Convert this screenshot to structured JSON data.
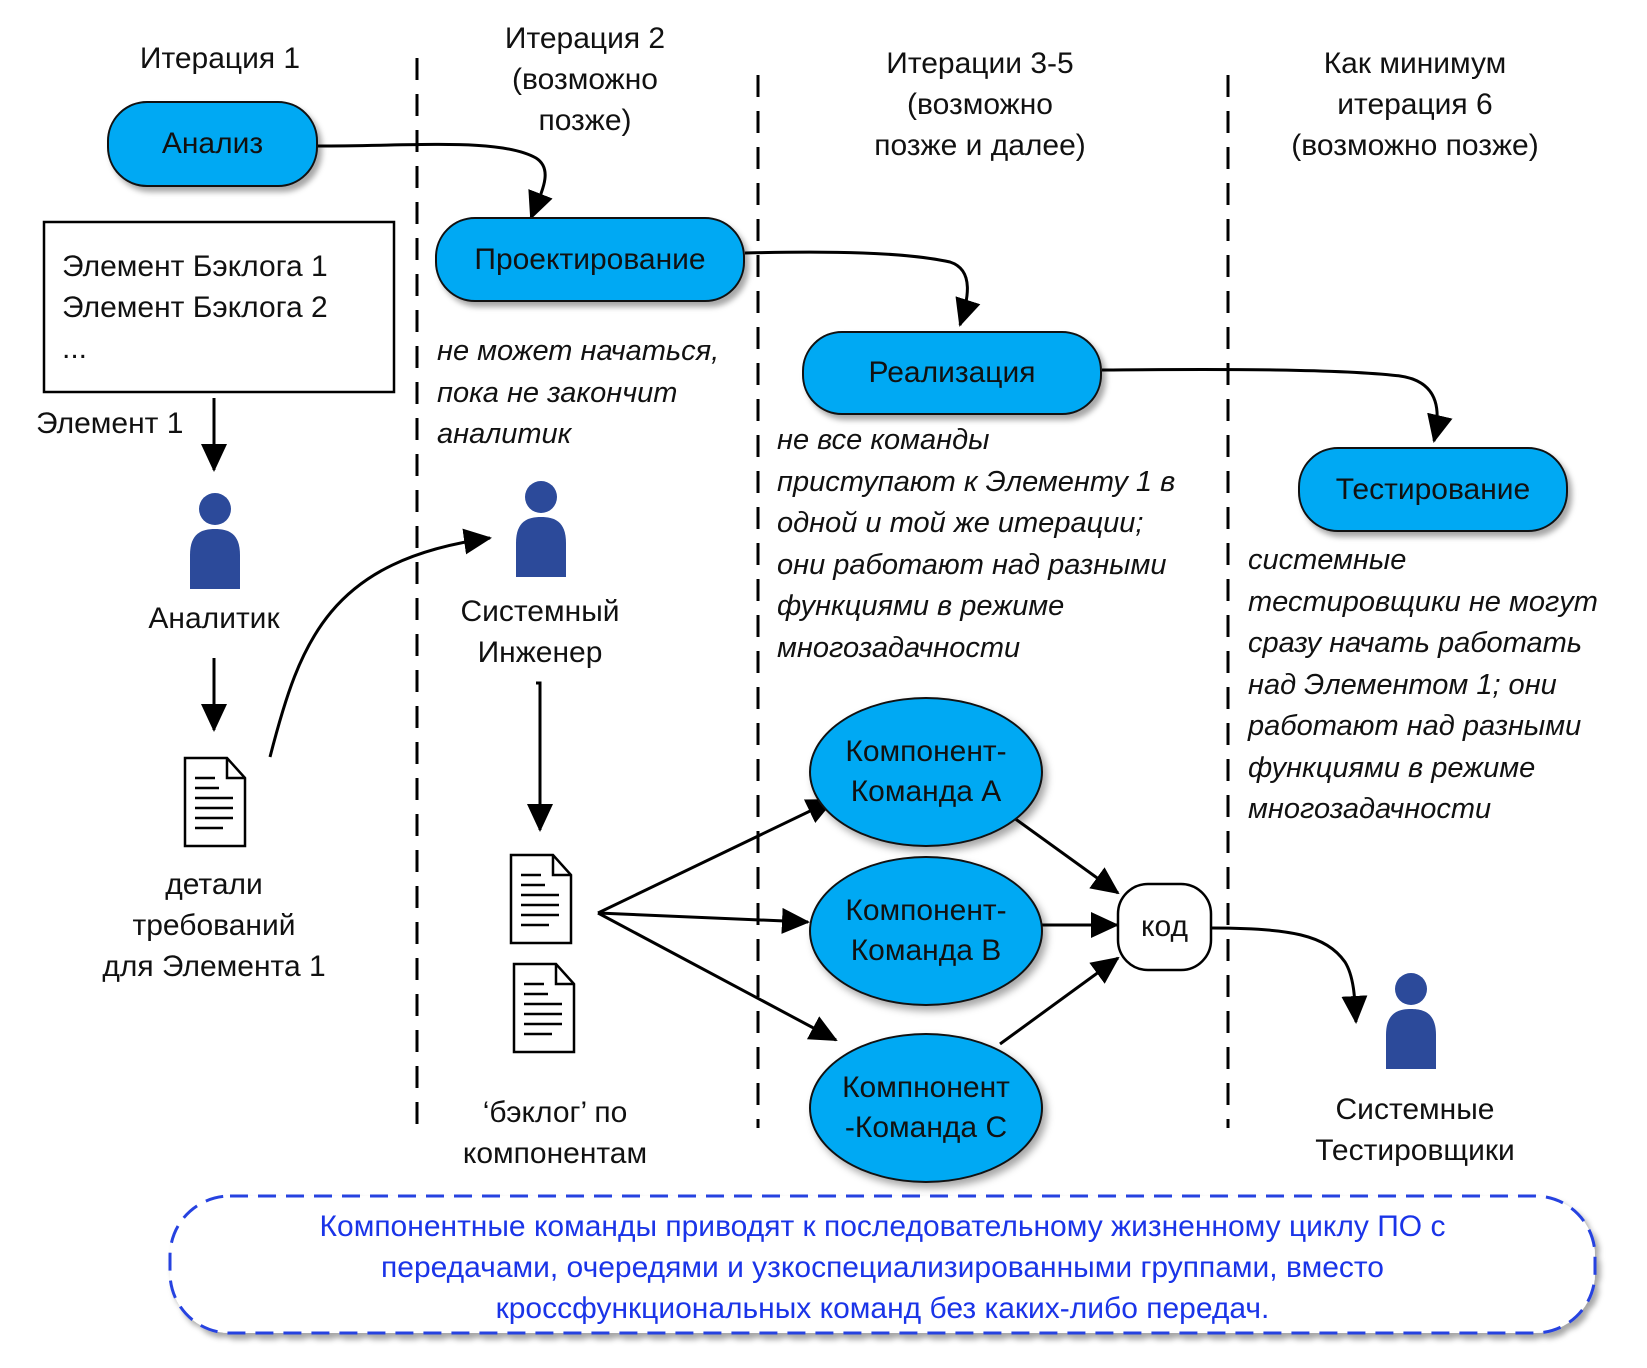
{
  "columns": {
    "col1": "Итерация 1",
    "col2": [
      "Итерация 2",
      "(возможно",
      "позже)"
    ],
    "col3": [
      "Итерации 3-5",
      "(возможно",
      "позже и далее)"
    ],
    "col4": [
      "Как минимум",
      "итерация 6",
      "(возможно позже)"
    ]
  },
  "phases": {
    "analysis": "Анализ",
    "design": "Проектирование",
    "implementation": "Реализация",
    "testing": "Тестирование"
  },
  "backlog_box": [
    "Элемент Бэклога 1",
    "Элемент Бэклога 2",
    "..."
  ],
  "element1_label": "Элемент 1",
  "analyst_label": "Аналитик",
  "requirements_label": [
    "детали",
    "требований",
    "для Элемента 1"
  ],
  "design_note": [
    "не может начаться,",
    "пока не закончит",
    "аналитик"
  ],
  "sys_engineer_label": [
    "Системный",
    "Инженер"
  ],
  "component_backlog_label": [
    "‘бэклог’ по",
    "компонентам"
  ],
  "impl_note": [
    "не все команды",
    "приступают к Элементу 1 в",
    "одной и той же итерации;",
    "они работают над разными",
    "функциями в режиме",
    "многозадачности"
  ],
  "teams": {
    "a": [
      "Компонент-",
      "Команда А"
    ],
    "b": [
      "Компонент-",
      "Команда В"
    ],
    "c": [
      "Компнонент",
      "-Команда С"
    ]
  },
  "code_label": "код",
  "test_note": [
    "системные",
    "тестировщики не могут",
    "сразу начать работать",
    "над Элементом 1; они",
    "работают над разными",
    "функциями в режиме",
    "многозадачности"
  ],
  "testers_label": [
    "Системные",
    "Тестировщики"
  ],
  "footer_note": [
    "Компонентные команды приводят к последовательному жизненному циклу ПО с",
    "передачами, очередями и узкоспециализированными группами, вместо",
    "кроссфункциональных команд без каких-либо передач."
  ],
  "colors": {
    "phase_fill": "#00a9f3",
    "person_fill": "#2c4a9a",
    "footer_text": "#1a34e8",
    "footer_border": "#2743e0"
  },
  "icons": {
    "person": "person-icon",
    "document": "document-icon"
  }
}
